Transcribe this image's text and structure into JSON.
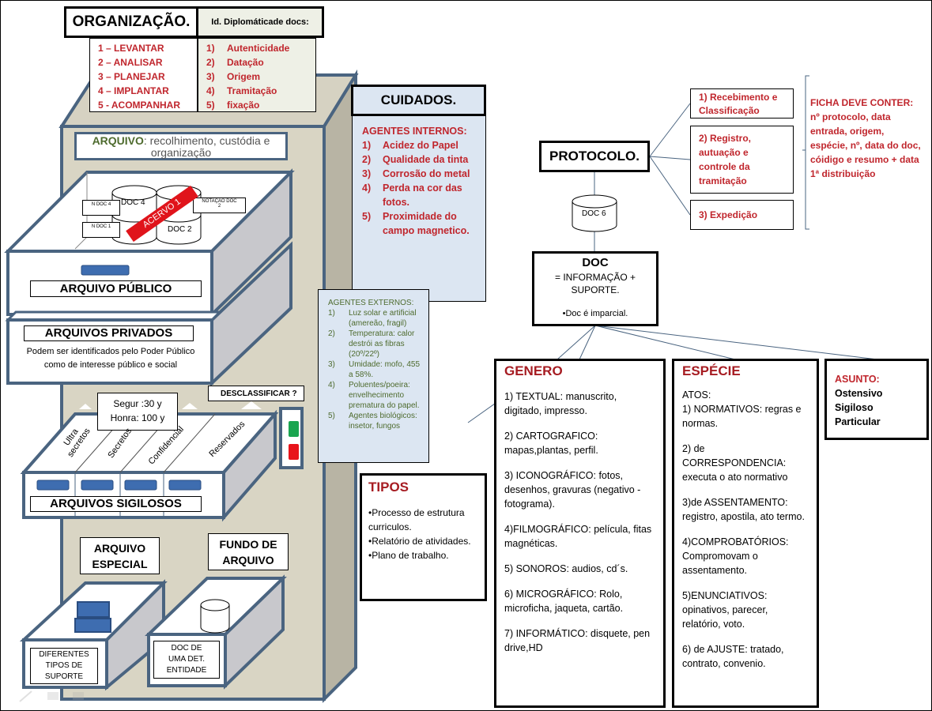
{
  "organizacao": {
    "title": "ORGANIZAÇÃO.",
    "steps": [
      "1 – LEVANTAR",
      "2 – ANALISAR",
      "3 – PLANEJAR",
      "4 – IMPLANTAR",
      "5 - ACOMPANHAR"
    ]
  },
  "diplomatica": {
    "title": "Id. Diplomáticade  docs:",
    "items": [
      {
        "n": "1)",
        "t": "Autenticidade"
      },
      {
        "n": "2)",
        "t": "Datação"
      },
      {
        "n": "3)",
        "t": "Origem"
      },
      {
        "n": "4)",
        "t": "Tramitação"
      },
      {
        "n": "5)",
        "t": "fixação"
      }
    ]
  },
  "arquivo": {
    "label_bold": "ARQUIVO",
    "label_rest": ": recolhimento, custódia e organização"
  },
  "acervo": {
    "badge": "ACERVO 1",
    "docs": [
      "DOC 4",
      "DOC 2"
    ],
    "tags": [
      "N DOC 4",
      "N DOC 1",
      "NOTAÇÃO DOC 2"
    ]
  },
  "arquivo_publico": "ARQUIVO PÚBLICO",
  "arquivos_privados": {
    "title": "ARQUIVOS PRIVADOS",
    "desc": "Podem ser identificados pelo Poder Público como de interesse público  e social"
  },
  "sigilosos": {
    "title": "ARQUIVOS SIGILOSOS",
    "prazos": [
      "Segur :30  y",
      "Honra: 100  y"
    ],
    "categorias": [
      "Ultra secretos",
      "Secretos",
      "Confidencial",
      "Reservados"
    ],
    "desclassificar": "DESCLASSIFICAR ?",
    "colors": {
      "green": "#1aa550",
      "red": "#e8141b"
    }
  },
  "arquivo_especial": {
    "title": "ARQUIVO ESPECIAL",
    "desc": "DIFERENTES TIPOS DE SUPORTE"
  },
  "fundo_arquivo": {
    "title": "FUNDO DE ARQUIVO",
    "desc": "DOC DE UMA DET. ENTIDADE"
  },
  "cuidados": {
    "title": "CUIDADOS.",
    "internos_title": "AGENTES INTERNOS:",
    "internos": [
      {
        "n": "1)",
        "t": "Acidez do Papel"
      },
      {
        "n": "2)",
        "t": "Qualidade da tinta"
      },
      {
        "n": "3)",
        "t": "Corrosão do metal"
      },
      {
        "n": "4)",
        "t": "Perda na cor das fotos."
      },
      {
        "n": "5)",
        "t": "Proximidade do campo magnetico."
      }
    ],
    "externos_title": "AGENTES EXTERNOS:",
    "externos": [
      {
        "n": "1)",
        "t": "Luz solar e artificial (amereão, fragil)"
      },
      {
        "n": "2)",
        "t": "Temperatura: calor destrói as fibras (20º/22º)"
      },
      {
        "n": "3)",
        "t": "Umidade: mofo, 455 a 58%."
      },
      {
        "n": "4)",
        "t": "Poluentes/poeira: envelhecimento prematura do papel."
      },
      {
        "n": "5)",
        "t": "Agentes biológicos: insetor, fungos"
      }
    ]
  },
  "tipos": {
    "title": "TIPOS",
    "items": [
      "•Processo de estrutura curriculos.",
      "•Relatório de atividades.",
      "•Plano de trabalho."
    ]
  },
  "protocolo": {
    "title": "PROTOCOLO.",
    "doc": "DOC 6",
    "steps": [
      "1) Recebimento e Classificação",
      "2) Registro, autuação e controle da tramitação",
      "3) Expedição"
    ],
    "ficha": "FICHA DEVE CONTER:  nº protocolo, data entrada, origem, espécie, nº, data do doc, cóidigo e resumo + data 1ª distribuição"
  },
  "doc": {
    "title": "DOC",
    "line1": "= INFORMAÇÃO + SUPORTE.",
    "line2": "•Doc é imparcial."
  },
  "genero": {
    "title": "GENERO",
    "items": [
      "1) TEXTUAL: manuscrito, digitado, impresso.",
      "2) CARTOGRAFICO: mapas,plantas, perfil.",
      "3) ICONOGRÁFICO: fotos, desenhos, gravuras (negativo - fotograma).",
      "4)FILMOGRÁFICO: película, fitas magnéticas.",
      "5) SONOROS: audios, cd´s.",
      "6) MICROGRÁFICO: Rolo, microficha, jaqueta, cartão.",
      "7) INFORMÁTICO: disquete, pen drive,HD"
    ]
  },
  "especie": {
    "title": "ESPÉCIE",
    "intro": "ATOS:",
    "items": [
      "1) NORMATIVOS: regras e normas.",
      "2) de CORRESPONDENCIA: executa o ato normativo",
      "3)de ASSENTAMENTO: registro, apostila, ato termo.",
      "4)COMPROBATÓRIOS: Compromovam o assentamento.",
      "5)ENUNCIATIVOS: opinativos, parecer, relatório, voto.",
      "6) de AJUSTE: tratado, contrato, convenio."
    ]
  },
  "asunto": {
    "title": "ASUNTO:",
    "items": [
      "Ostensivo",
      "Sigiloso",
      "Particular"
    ]
  }
}
